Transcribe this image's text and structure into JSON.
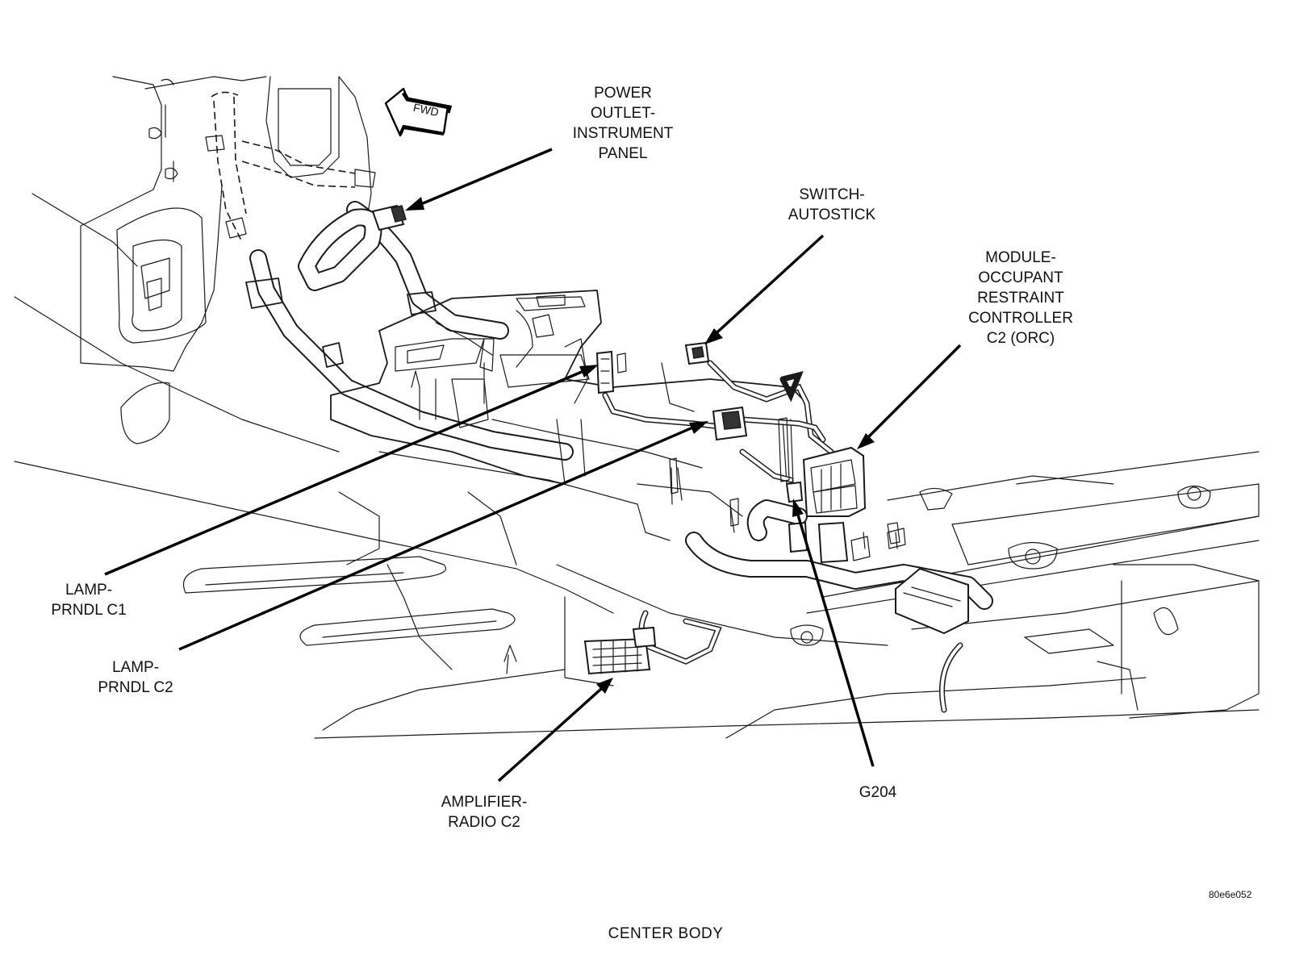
{
  "figure": {
    "caption": "CENTER BODY",
    "figure_code": "80e6e052",
    "direction_badge": "FWD"
  },
  "labels": {
    "power_outlet": [
      "POWER",
      "OUTLET-",
      "INSTRUMENT",
      "PANEL"
    ],
    "switch_autostick": [
      "SWITCH-",
      "AUTOSTICK"
    ],
    "module_orc": [
      "MODULE-",
      "OCCUPANT",
      "RESTRAINT",
      "CONTROLLER",
      "C2 (ORC)"
    ],
    "lamp_prndl_c1": [
      "LAMP-",
      "PRNDL C1"
    ],
    "lamp_prndl_c2": [
      "LAMP-",
      "PRNDL C2"
    ],
    "amplifier_radio": [
      "AMPLIFIER-",
      "RADIO C2"
    ],
    "g204": [
      "G204"
    ]
  }
}
